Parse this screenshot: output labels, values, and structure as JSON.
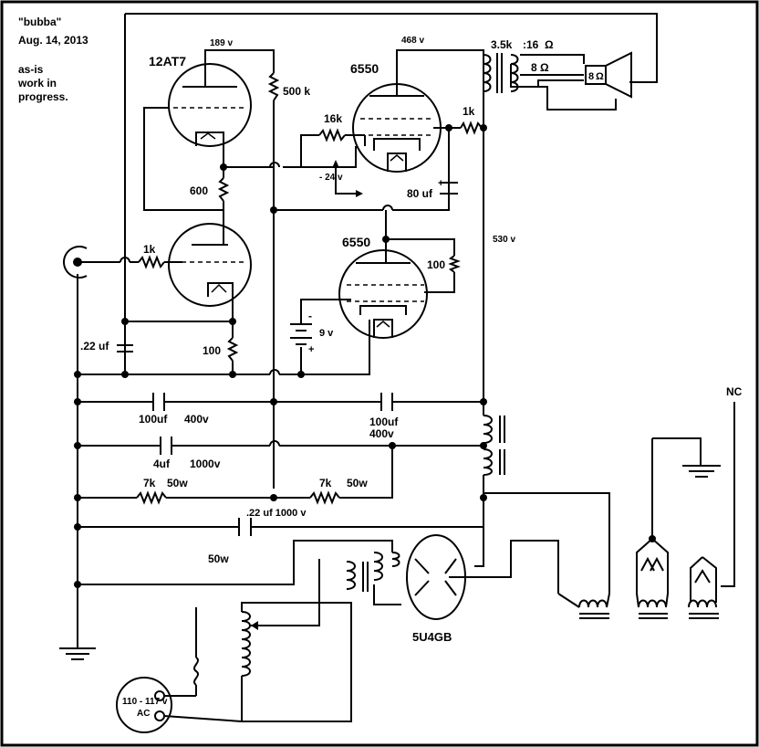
{
  "notes": {
    "name": "\"bubba\"",
    "date": "Aug. 14, 2013",
    "status_line1": "as-is",
    "status_line2": "work in",
    "status_line3": "progress."
  },
  "tubes": {
    "preamp": "12AT7",
    "output_top": "6550",
    "output_bottom": "6550",
    "rectifier": "5U4GB"
  },
  "voltages": {
    "plate_preamp": "189 v",
    "plate_output": "468 v",
    "b_plus": "530 v",
    "grid_bias": "- 24 v",
    "bias_battery": "9 v"
  },
  "components": {
    "r_500k": "500 k",
    "r_600": "600",
    "r_1k_input": "1k",
    "r_100_cathode": "100",
    "r_16k": "16k",
    "r_1k_screen": "1k",
    "r_100_lower": "100",
    "c_80uf": "80 uf",
    "c_022uf": ".22 uf",
    "c_100uf_a": "100uf",
    "c_400v_a": "400v",
    "c_100uf_b": "100uf",
    "c_400v_b": "400v",
    "c_4uf": "4uf",
    "c_1000v": "1000v",
    "r_7k_a": "7k",
    "w_50_a": "50w",
    "r_7k_b": "7k",
    "w_50_b": "50w",
    "c_022uf_1000v": ".22 uf 1000 v",
    "w_50_c": "50w"
  },
  "output_transformer": {
    "tap_primary": "3.5k",
    "tap_16": ":16",
    "tap_8": "8",
    "speaker": "8",
    "ohm_symbol": "Ω"
  },
  "mains": {
    "voltage": "110 - 117 v",
    "ac": "AC"
  },
  "misc": {
    "nc": "NC",
    "plus": "+",
    "minus": "-"
  }
}
